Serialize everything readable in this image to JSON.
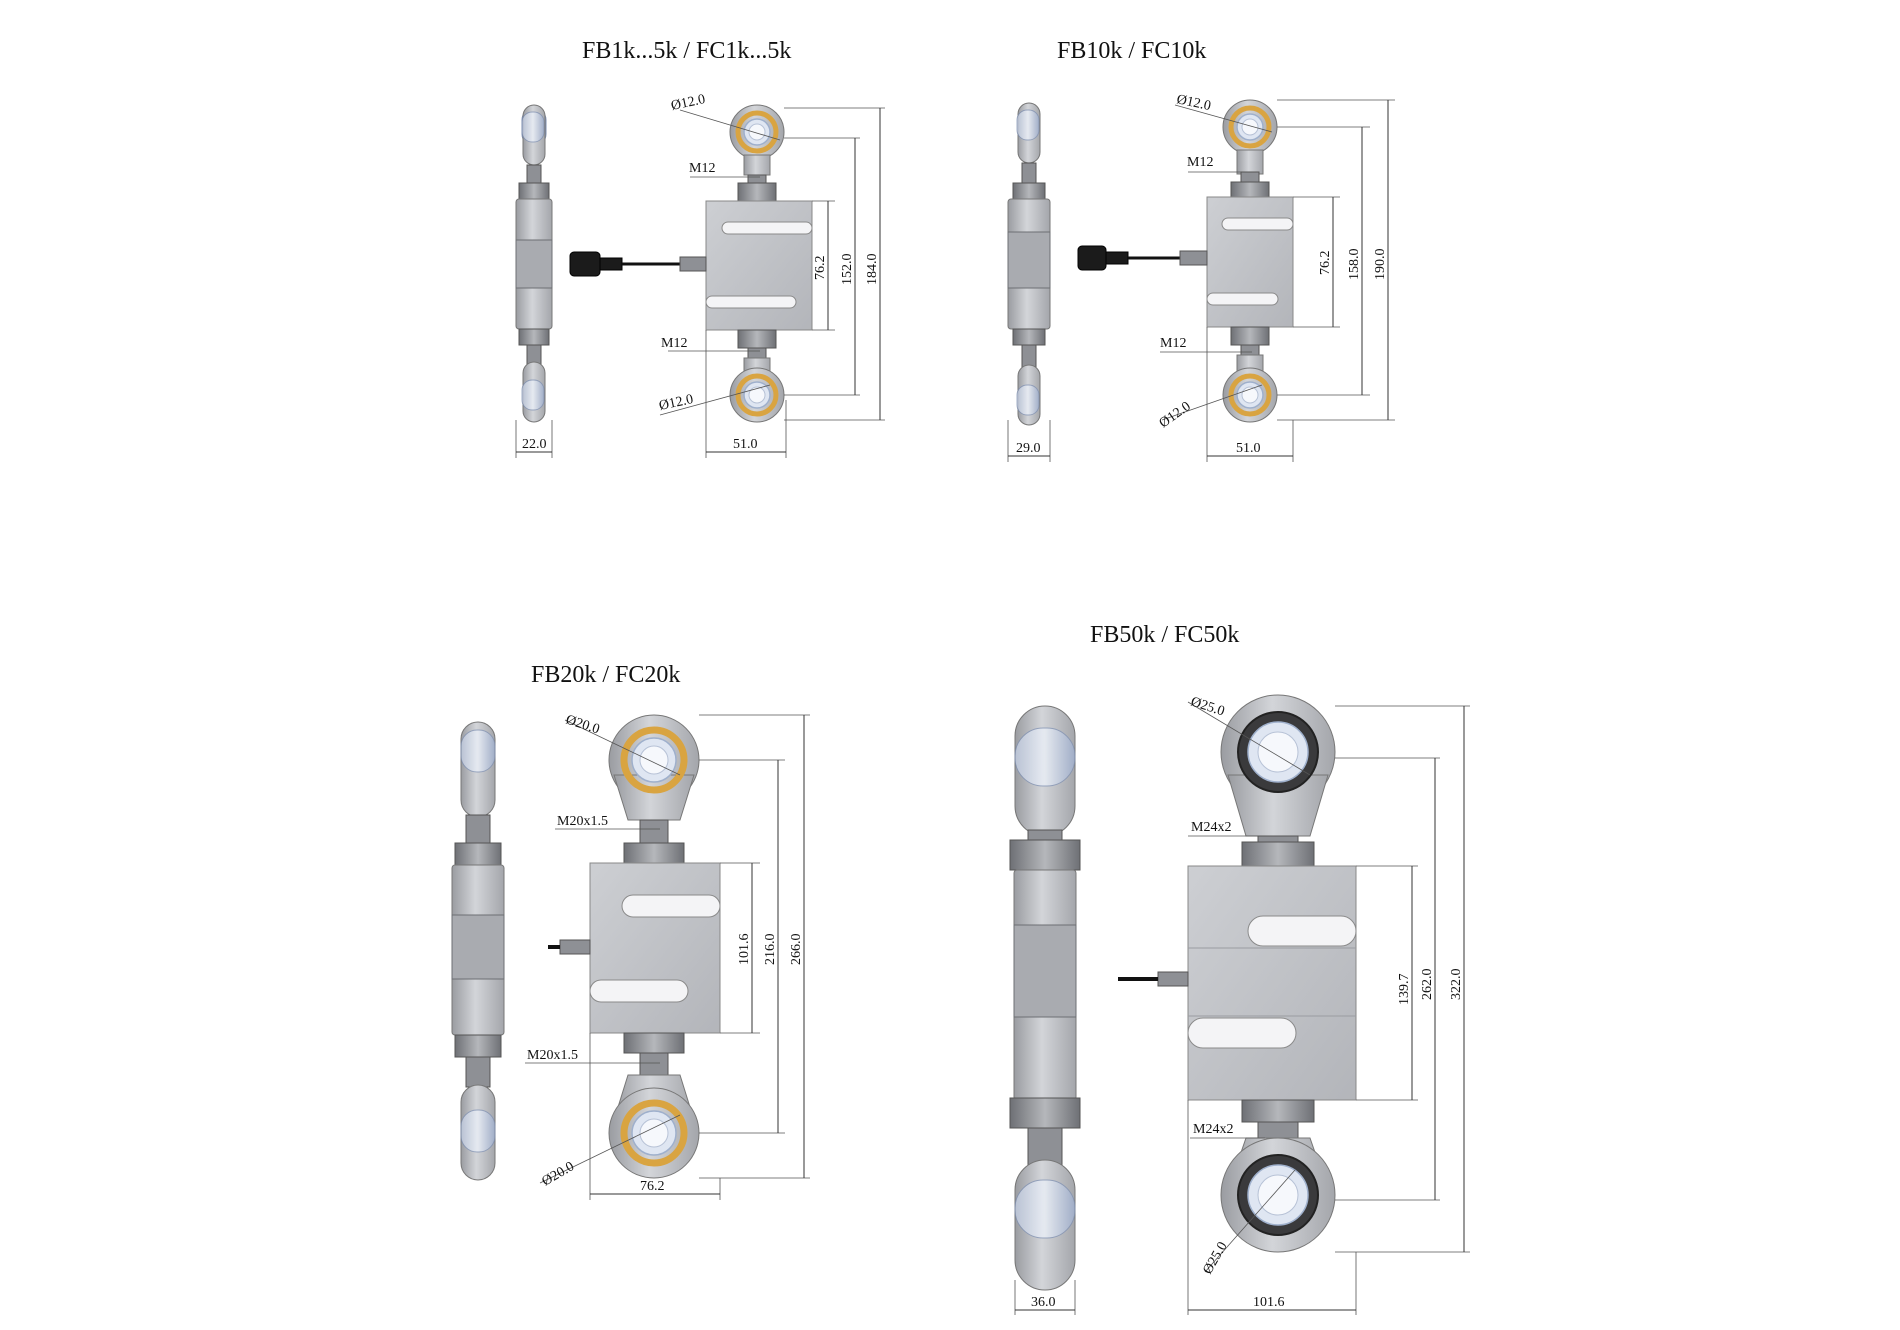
{
  "titles": {
    "group1": "FB1k...5k / FC1k...5k",
    "group2": "FB10k / FC10k",
    "group3": "FB20k / FC20k",
    "group4": "FB50k / FC50k"
  },
  "group1": {
    "dia_top": "Ø12.0",
    "thread_top": "M12",
    "thread_bottom": "M12",
    "dia_bottom": "Ø12.0",
    "dim_body": "76.2",
    "dim_centers": "152.0",
    "dim_total": "184.0",
    "dim_width": "51.0",
    "dim_side": "22.0"
  },
  "group2": {
    "dia_top": "Ø12.0",
    "thread_top": "M12",
    "thread_bottom": "M12",
    "dia_bottom": "Ø12.0",
    "dim_body": "76.2",
    "dim_centers": "158.0",
    "dim_total": "190.0",
    "dim_width": "51.0",
    "dim_side": "29.0"
  },
  "group3": {
    "dia_top": "Ø20.0",
    "thread_top": "M20x1.5",
    "thread_bottom": "M20x1.5",
    "dia_bottom": "Ø20.0",
    "dim_body": "101.6",
    "dim_centers": "216.0",
    "dim_total": "266.0",
    "dim_width": "76.2"
  },
  "group4": {
    "dia_top": "Ø25.0",
    "thread_top": "M24x2",
    "thread_bottom": "M24x2",
    "dia_bottom": "Ø25.0",
    "dim_body": "139.7",
    "dim_centers": "262.0",
    "dim_total": "322.0",
    "dim_width": "101.6",
    "dim_side": "36.0"
  },
  "colors": {
    "metal": "#c4c6cb",
    "bearing": "#d9a441",
    "bearing_inner": "#dfe6f2",
    "cable": "#1b1b1b"
  }
}
